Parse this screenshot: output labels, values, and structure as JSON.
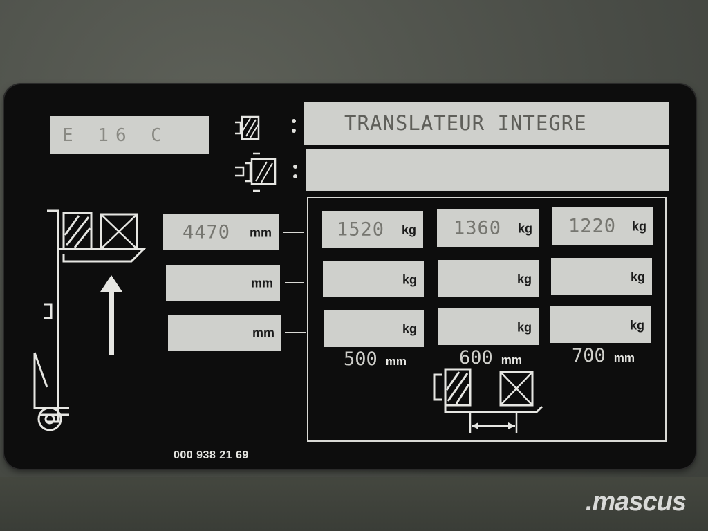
{
  "plate": {
    "model": "E 16 C",
    "attachment_1": "TRANSLATEUR INTEGRE",
    "attachment_2": "",
    "serial": "000 938 21 69"
  },
  "capacity": {
    "rows": [
      {
        "height": "4470",
        "height_unit": "mm",
        "loads": [
          {
            "value": "1520",
            "unit": "kg"
          },
          {
            "value": "1360",
            "unit": "kg"
          },
          {
            "value": "1220",
            "unit": "kg"
          }
        ]
      },
      {
        "height": "",
        "height_unit": "mm",
        "loads": [
          {
            "value": "",
            "unit": "kg"
          },
          {
            "value": "",
            "unit": "kg"
          },
          {
            "value": "",
            "unit": "kg"
          }
        ]
      },
      {
        "height": "",
        "height_unit": "mm",
        "loads": [
          {
            "value": "",
            "unit": "kg"
          },
          {
            "value": "",
            "unit": "kg"
          },
          {
            "value": "",
            "unit": "kg"
          }
        ]
      }
    ],
    "load_centers": [
      {
        "value": "500",
        "unit": "mm"
      },
      {
        "value": "600",
        "unit": "mm"
      },
      {
        "value": "700",
        "unit": "mm"
      }
    ]
  },
  "watermark": ".mascus",
  "icons": [
    "attachment-clamp-icon",
    "side-shift-attachment-icon",
    "mast-load-icon",
    "lift-arrow-icon",
    "load-center-icon"
  ],
  "colors": {
    "plate": "#0d0d0d",
    "field": "#cfd0cc",
    "line": "#d9d9d5",
    "background": "#4a4d47"
  }
}
